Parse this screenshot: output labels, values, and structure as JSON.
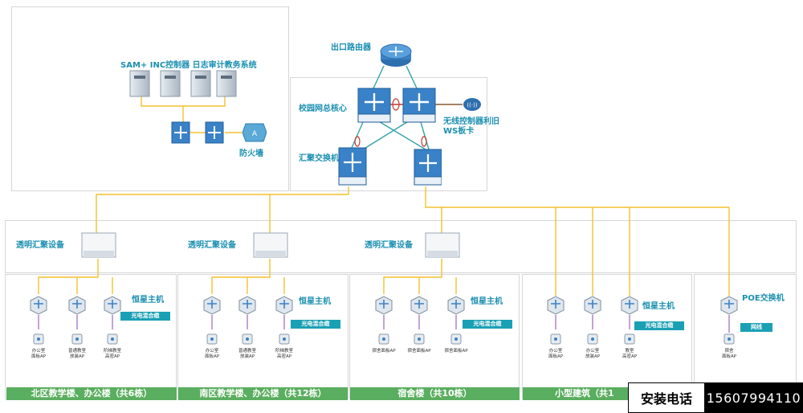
{
  "labels": {
    "top_systems": "SAM+ INC控制器 日志审计教务系统",
    "firewall": "防火墙",
    "exit_router": "出口路由器",
    "campus_core": "校园网总核心",
    "wireless_controller": "无线控制器利旧 WS板卡",
    "aggregation_switch": "汇聚交换机",
    "transparent_agg": "透明汇聚设备",
    "hengxing_host": "恒星主机",
    "poe_switch": "POE交换机"
  },
  "badges": {
    "hybrid_cable": "光电混合缆",
    "network_cable": "网线"
  },
  "sections": [
    {
      "name": "北区教学楼、办公楼（共6栋）",
      "aps": [
        "办公室\n面板AP",
        "普通教室\n放装AP",
        "阶梯教室\n高密AP"
      ]
    },
    {
      "name": "南区教学楼、办公楼（共12栋）",
      "aps": [
        "办公室\n面板AP",
        "普通教室\n放装AP",
        "阶梯教室\n高密AP"
      ]
    },
    {
      "name": "宿舍楼（共10栋）",
      "aps": [
        "宿舍面板AP",
        "宿舍面板AP",
        "宿舍面板AP"
      ]
    },
    {
      "name": "小型建筑（共1",
      "aps": [
        "办公室\n面板AP",
        "办公室\n放装AP",
        "教室\n高密AP"
      ]
    },
    {
      "name": "",
      "aps": [
        "宿舍\n面板AP"
      ]
    }
  ],
  "contact": {
    "label": "安装电话",
    "number": "15607994110"
  },
  "colors": {
    "accent_text": "#1a8fb0",
    "badge": "#1aa0b4",
    "section_bar": "#5aae5f",
    "trunk_line": "#f2c12e",
    "switch_blue": "#3a82c8"
  }
}
